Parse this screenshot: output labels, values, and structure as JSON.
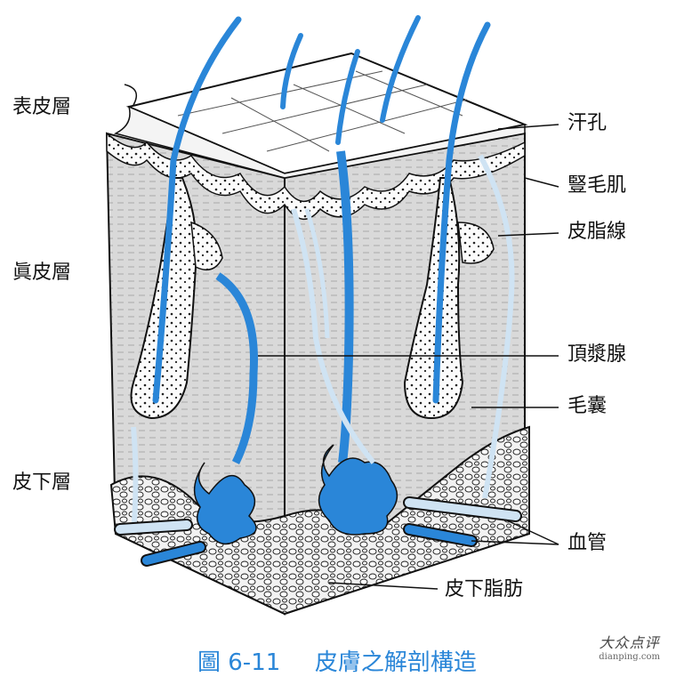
{
  "figure": {
    "caption_number": "圖 6-11",
    "caption_title": "皮膚之解剖構造"
  },
  "labels": {
    "left": {
      "epidermis": "表皮層",
      "dermis": "眞皮層",
      "subcutaneous": "皮下層"
    },
    "right": {
      "sweat_pore": "汗孔",
      "arrector_pili": "豎毛肌",
      "sebaceous_gland": "皮脂線",
      "apocrine_gland": "頂漿腺",
      "hair_follicle": "毛囊",
      "blood_vessel": "血管",
      "subcutaneous_fat": "皮下脂肪"
    }
  },
  "watermark": {
    "site_cn": "大众点评",
    "site_en": "dianping.com"
  },
  "colors": {
    "hair_blue": "#2a86d8",
    "caption_blue": "#2a86d8",
    "dermis_gray": "#d6d6d6",
    "outline": "#111111",
    "vessel_light": "#cfe3f3"
  }
}
